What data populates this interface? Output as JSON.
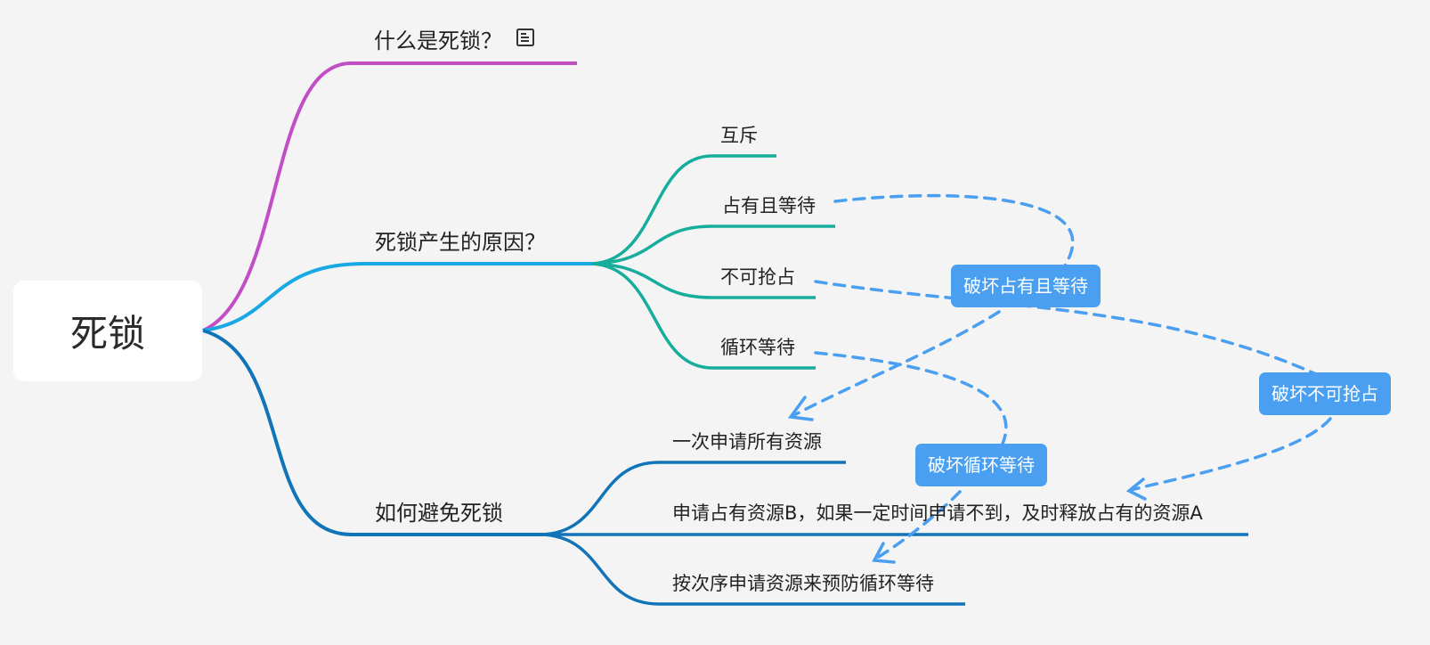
{
  "colors": {
    "magenta_branch": "#c24ec5",
    "cyan_branch": "#18a9e5",
    "teal_branch": "#16ad9d",
    "blue_branch": "#1174b8",
    "callout": "#4a9ff0"
  },
  "root": {
    "label": "死锁"
  },
  "topics": {
    "what": {
      "label": "什么是死锁？",
      "icon": "note-icon"
    },
    "causes": {
      "label": "死锁产生的原因？",
      "items": [
        "互斥",
        "占有且等待",
        "不可抢占",
        "循环等待"
      ]
    },
    "avoid": {
      "label": "如何避免死锁",
      "items": [
        "一次申请所有资源",
        "申请占有资源B，如果一定时间申请不到，及时释放占有的资源A",
        "按次序申请资源来预防循环等待"
      ]
    }
  },
  "callouts": {
    "break_hold_wait": "破坏占有且等待",
    "break_no_preempt": "破坏不可抢占",
    "break_circular_wait": "破坏循环等待"
  }
}
